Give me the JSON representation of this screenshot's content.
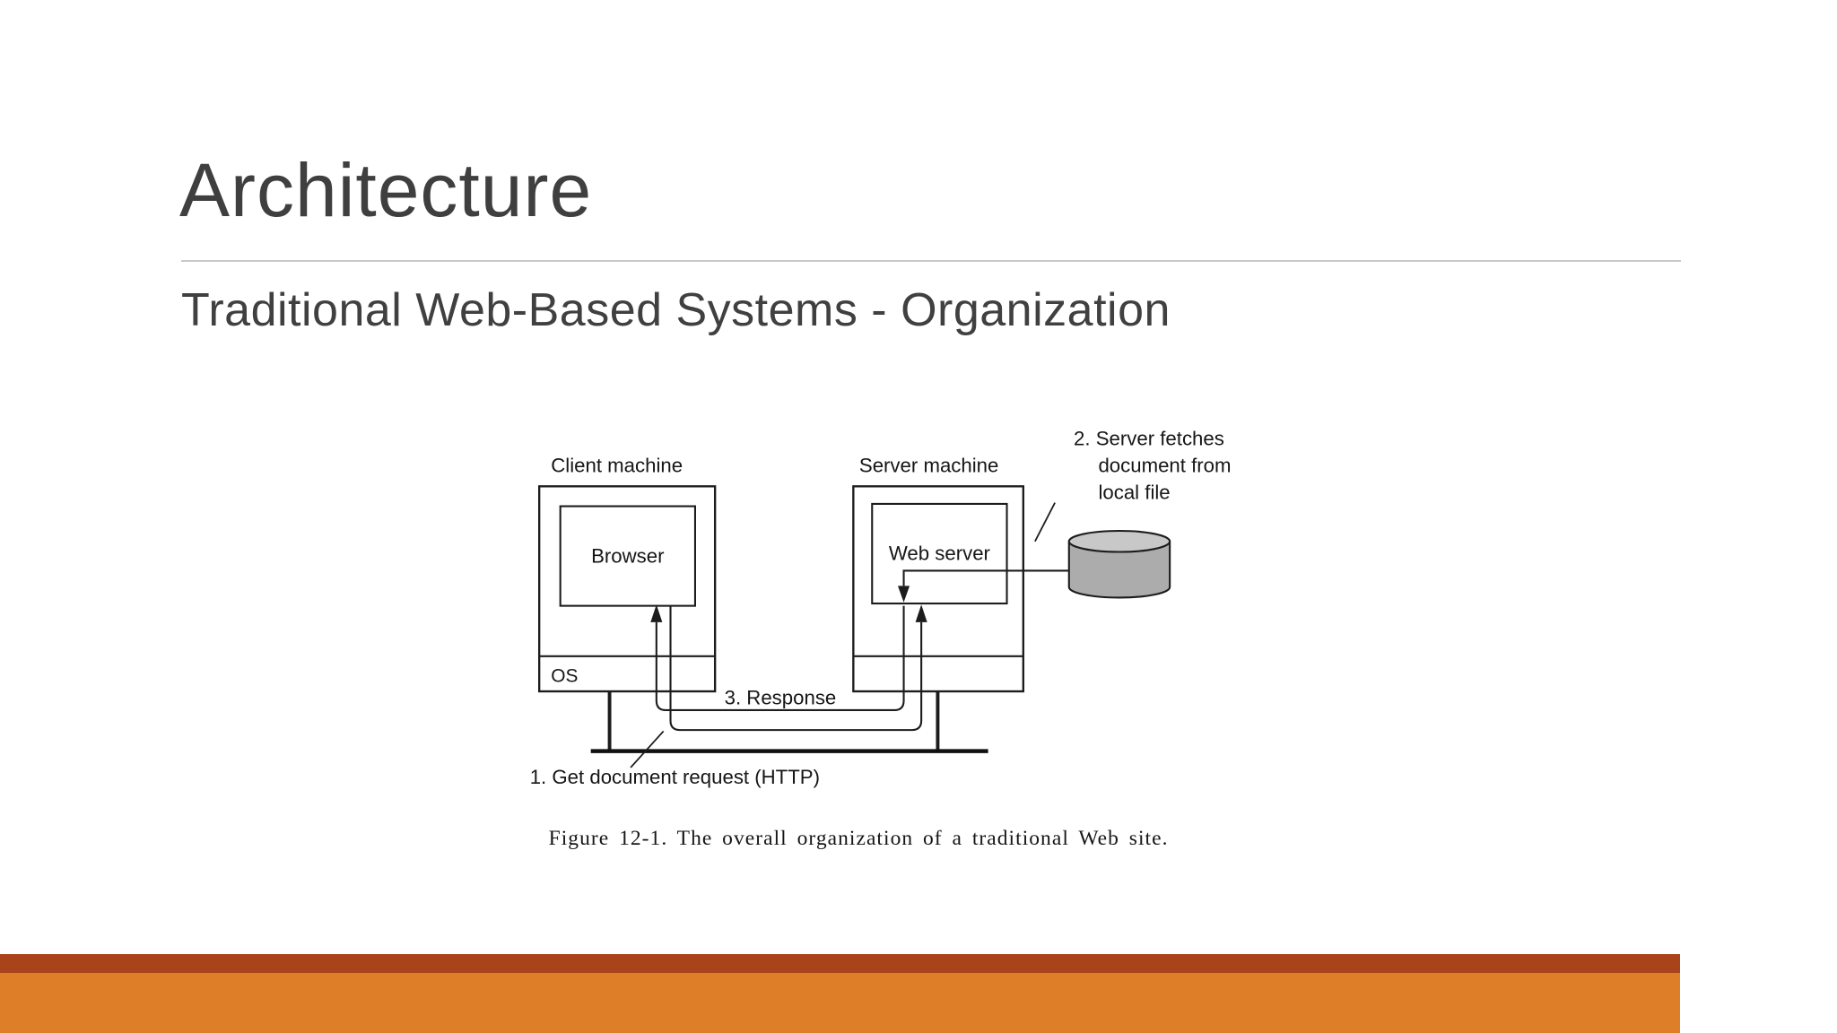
{
  "slide": {
    "title": "Architecture",
    "subtitle": "Traditional Web-Based Systems - Organization",
    "accent": {
      "dark_bar_color": "#A8431A",
      "orange_bar_color": "#DF7E29",
      "title_text_color": "#3F3F3F",
      "divider_color": "#C9C9C9"
    }
  },
  "figure": {
    "labels": {
      "client_machine": "Client machine",
      "server_machine": "Server machine",
      "browser": "Browser",
      "web_server": "Web server",
      "os": "OS"
    },
    "annotations": {
      "fetch_line1": "2. Server fetches",
      "fetch_line2": "document from",
      "fetch_line3": "local file",
      "response": "3. Response",
      "request": "1. Get document request (HTTP)"
    },
    "caption": "Figure 12-1. The overall organization of a traditional Web site."
  }
}
